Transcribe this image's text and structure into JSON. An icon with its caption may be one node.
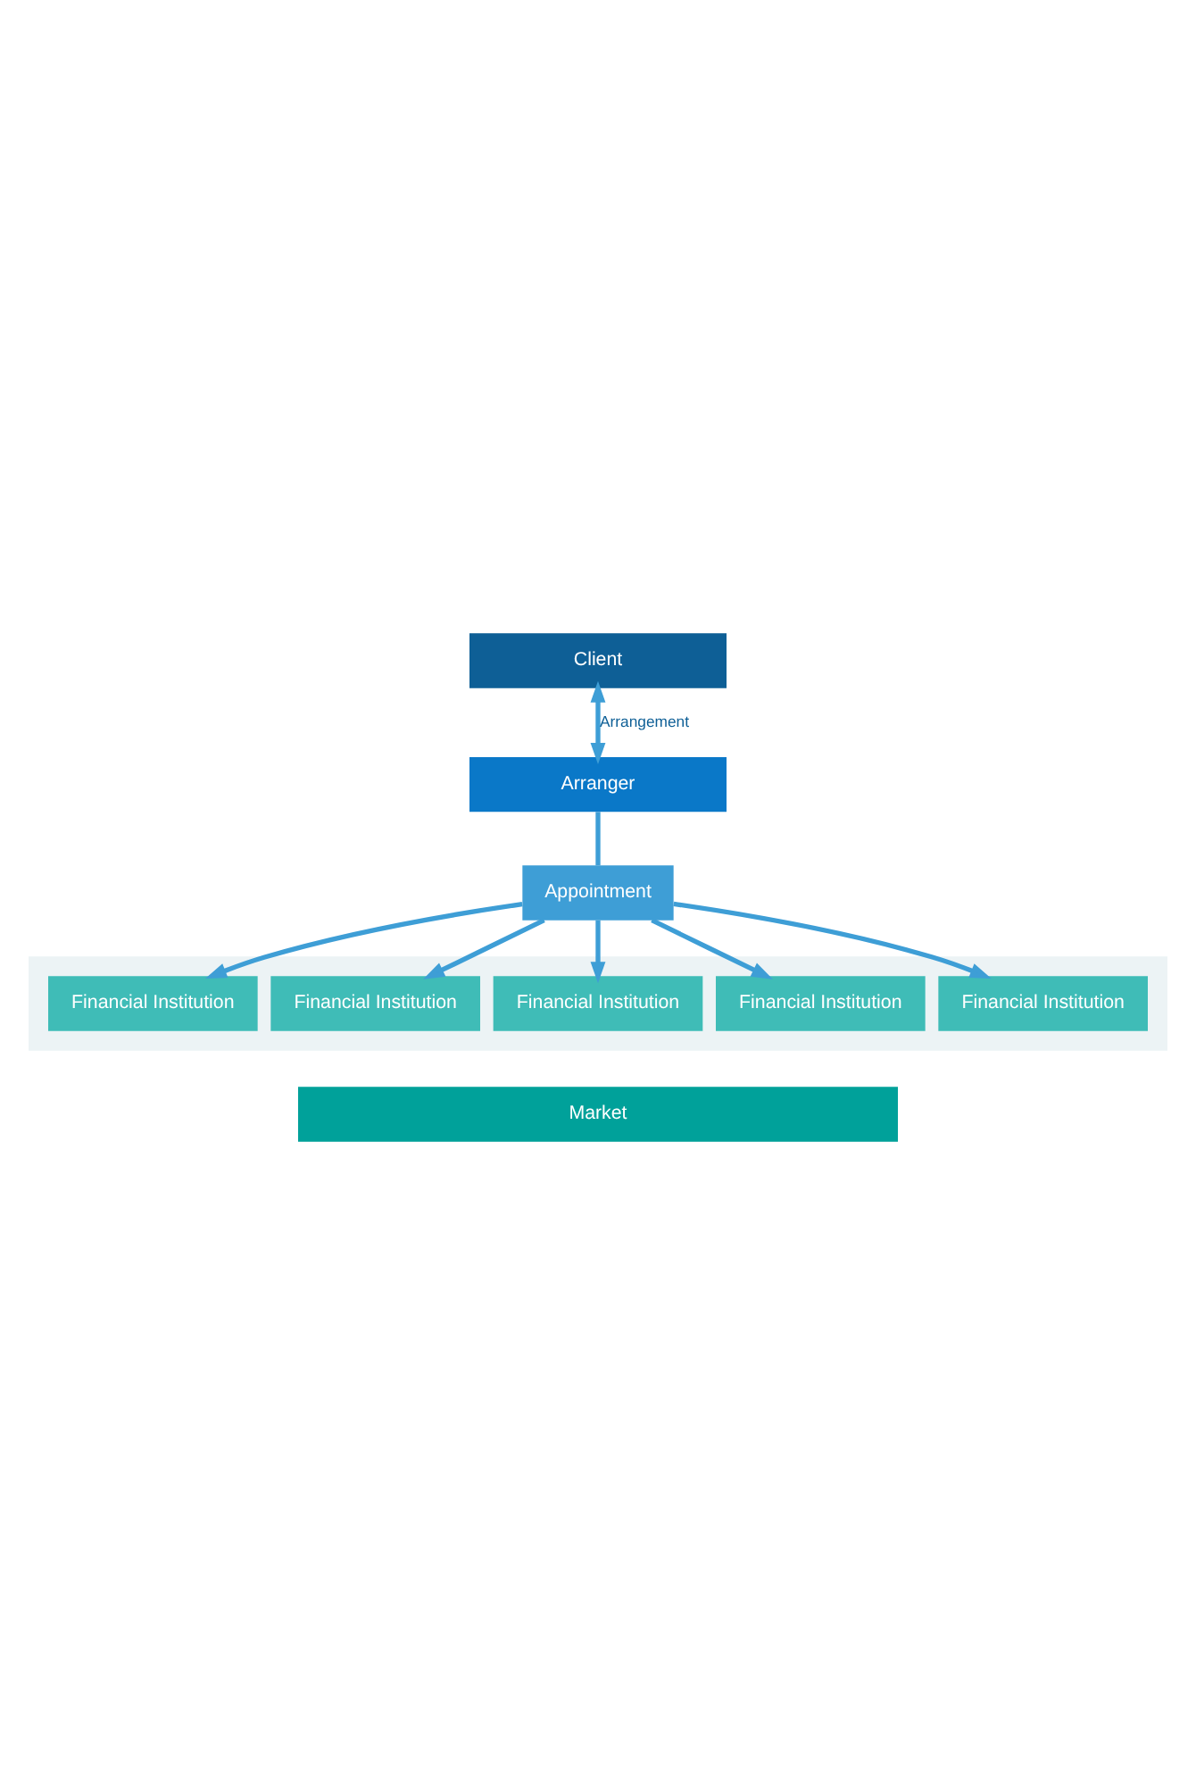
{
  "diagram": {
    "nodes": [
      {
        "text": [
          "Client"
        ]
      },
      {
        "text": [
          "Arranger"
        ]
      },
      {
        "text": [
          "Appointment"
        ]
      },
      {
        "text": [],
        "shape": "box"
      },
      {
        "text": [
          "Financial Institution"
        ],
        "in": 3
      },
      {
        "text": [
          "Financial Institution"
        ],
        "in": 3
      },
      {
        "text": [
          "Financial Institution"
        ],
        "in": 3
      },
      {
        "text": [
          "Financial Institution"
        ],
        "in": 3
      },
      {
        "text": [
          "Financial Institution"
        ],
        "in": 3
      },
      {
        "text": [
          "Market"
        ]
      }
    ],
    "edges": [
      {
        "from": 0,
        "to": 1,
        "arrow": "both",
        "label": "Arrangement"
      },
      {
        "from": 1,
        "to": 2,
        "arrow": "none"
      },
      {
        "from": 2,
        "to": 4,
        "arrow": "to"
      },
      {
        "from": 2,
        "to": 5,
        "arrow": "to"
      },
      {
        "from": 2,
        "to": 6,
        "arrow": "to"
      },
      {
        "from": 2,
        "to": 7,
        "arrow": "to"
      },
      {
        "from": 2,
        "to": 8,
        "arrow": "to"
      }
    ]
  }
}
